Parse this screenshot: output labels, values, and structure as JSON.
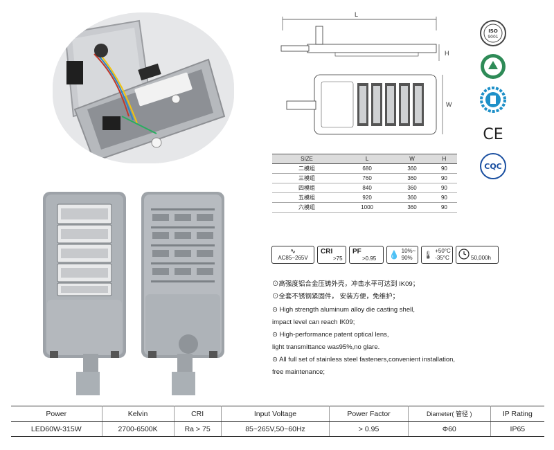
{
  "drawing": {
    "label_l": "L",
    "label_h": "H",
    "label_w": "W"
  },
  "size_table": {
    "headers": [
      "SIZE",
      "L",
      "W",
      "H"
    ],
    "rows": [
      [
        "二模组",
        "680",
        "360",
        "90"
      ],
      [
        "三模组",
        "760",
        "360",
        "90"
      ],
      [
        "四模组",
        "840",
        "360",
        "90"
      ],
      [
        "五模组",
        "920",
        "360",
        "90"
      ],
      [
        "六模组",
        "1000",
        "360",
        "90"
      ]
    ]
  },
  "certs": {
    "iso": "ISO 9001",
    "ce": "CE",
    "cqc": "CQC"
  },
  "specs": {
    "voltage": "AC85~265V",
    "cri_title": "CRI",
    "cri_value": ">75",
    "pf_title": "PF",
    "pf_value": ">0.95",
    "humidity_top": "10%~",
    "humidity_bottom": "90%",
    "temp_top": "+50°C",
    "temp_bottom": "-35°C",
    "life": "50,000h"
  },
  "features": [
    "⊙高强度铝合金压铸外壳，冲击水平可达到 IK09；",
    "⊙全套不锈钢紧固件，  安装方便，免维护；",
    "⊙  High strength aluminum alloy die casting shell,",
    "impact level can reach IK09;",
    "⊙  High-performance patent optical lens,",
    "light transmittance was95%,no glare.",
    "⊙  All full set of stainless steel fasteners,convenient installation,",
    "free maintenance;"
  ],
  "params": {
    "headers": [
      "Power",
      "Kelvin",
      "CRI",
      "Input Voltage",
      "Power Factor",
      "Diameter( 管径 )",
      "IP Rating"
    ],
    "values": [
      "LED60W-315W",
      "2700-6500K",
      "Ra > 75",
      "85~265V,50~60Hz",
      "> 0.95",
      "Φ60",
      "IP65"
    ]
  }
}
